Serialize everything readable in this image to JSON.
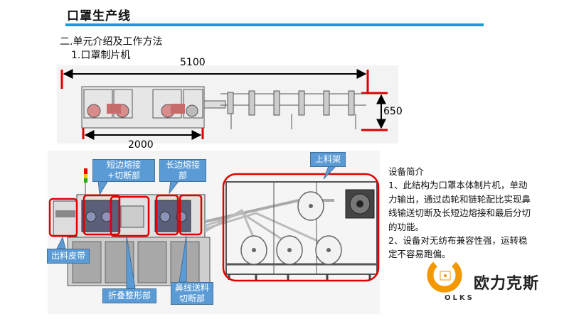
{
  "header": {
    "title": "口罩生产线"
  },
  "section": {
    "heading": "二.单元介绍及工作方法",
    "subheading": "1.口罩制片机"
  },
  "dimensions": {
    "overall_length": "5100",
    "height": "650",
    "section_length": "2000"
  },
  "callouts": {
    "short_edge": "短边熔接\n+切断部",
    "long_edge": "长边熔接\n部",
    "feed_rack": "上料架",
    "output_belt": "出料皮带",
    "fold_shape": "折叠整形部",
    "nose_wire": "鼻线送料\n切断部"
  },
  "description": {
    "heading": "设备简介",
    "p1": "1、此结构为口罩本体制片机，单动力输出，通过齿轮和链轮配比实现鼻线输送切断及长短边熔接和最后分切的功能。",
    "p2": "2、设备对无纺布兼容性强，运转稳定不容易跑偏。"
  },
  "logo": {
    "brand": "欧力克斯",
    "latin": "OLKS"
  },
  "colors": {
    "accent_rule": "#1a9bd7",
    "callout_fill": "#5b9bd5",
    "highlight_red": "#e00000",
    "logo_orange": "#f39800"
  }
}
